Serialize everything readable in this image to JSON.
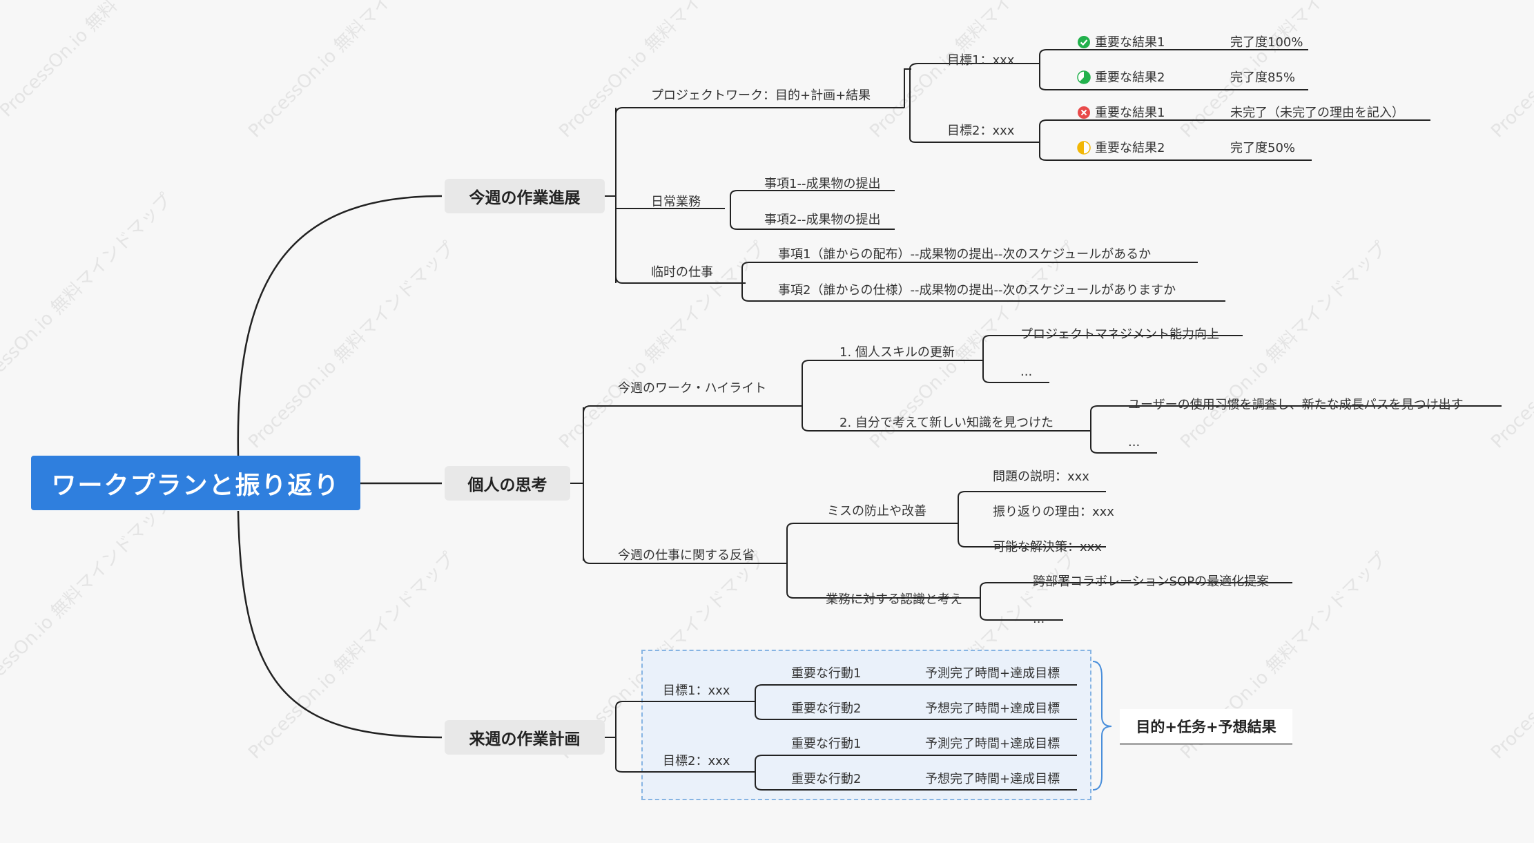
{
  "root": "ワークプランと振り返り",
  "watermark": "ProcessOn.io 無料マインドマップ",
  "branches": {
    "this_week": "今週の作業進展",
    "thinking": "個人の思考",
    "next_week": "来週の作業計画"
  },
  "this_week": {
    "project": {
      "label": "プロジェクトワーク：目的+計画+結果",
      "goal1": {
        "label": "目標1：xxx",
        "r1": {
          "label": "重要な結果1",
          "status": "完了度100%",
          "icon": "check-circle-icon"
        },
        "r2": {
          "label": "重要な結果2",
          "status": "完了度85%",
          "icon": "pie-progress-icon"
        }
      },
      "goal2": {
        "label": "目標2：xxx",
        "r1": {
          "label": "重要な結果1",
          "status": "未完了（未完了の理由を記入）",
          "icon": "cross-circle-icon"
        },
        "r2": {
          "label": "重要な結果2",
          "status": "完了度50%",
          "icon": "half-circle-icon"
        }
      }
    },
    "daily": {
      "label": "日常業務",
      "items": [
        "事項1--成果物の提出",
        "事項2--成果物の提出"
      ]
    },
    "temp": {
      "label": "临时の仕事",
      "items": [
        "事項1（誰からの配布）--成果物の提出--次のスケジュールがあるか",
        "事項2（誰からの仕様）--成果物の提出--次のスケジュールがありますか"
      ]
    }
  },
  "thinking": {
    "highlight": {
      "label": "今週のワーク・ハイライト",
      "skill": {
        "label": "1. 個人スキルの更新",
        "items": [
          "プロジェクトマネジメント能力向上",
          "..."
        ]
      },
      "knowledge": {
        "label": "2. 自分で考えて新しい知識を見つけた",
        "items": [
          "ユーザーの使用习惯を調査し、新たな成長パスを見つけ出す",
          "..."
        ]
      }
    },
    "reflection": {
      "label": "今週の仕事に関する反省",
      "mistake": {
        "label": "ミスの防止や改善",
        "items": [
          "問題の説明：xxx",
          "振り返りの理由：xxx",
          "可能な解決策：xxx"
        ]
      },
      "recognition": {
        "label": "業務に対する認識と考え",
        "items": [
          "跨部署コラボレーションSOPの最適化提案",
          "..."
        ]
      }
    }
  },
  "next_week": {
    "goal1": {
      "label": "目標1：xxx",
      "actions": [
        {
          "label": "重要な行動1",
          "target": "予測完了時間+達成目標"
        },
        {
          "label": "重要な行動2",
          "target": "予想完了時間+達成目標"
        }
      ]
    },
    "goal2": {
      "label": "目標2：xxx",
      "actions": [
        {
          "label": "重要な行動1",
          "target": "予測完了時間+達成目標"
        },
        {
          "label": "重要な行動2",
          "target": "予想完了時間+達成目標"
        }
      ]
    },
    "summary": "目的+任务+予想結果"
  },
  "colors": {
    "root_bg": "#2f7fde",
    "branch_bg": "#e8e8e8",
    "line": "#222222",
    "check": "#22b14c",
    "cross": "#e84a4a",
    "half": "#f2b705",
    "plan_box_bg": "#eaf1fa",
    "plan_box_border": "#86b4e3"
  }
}
